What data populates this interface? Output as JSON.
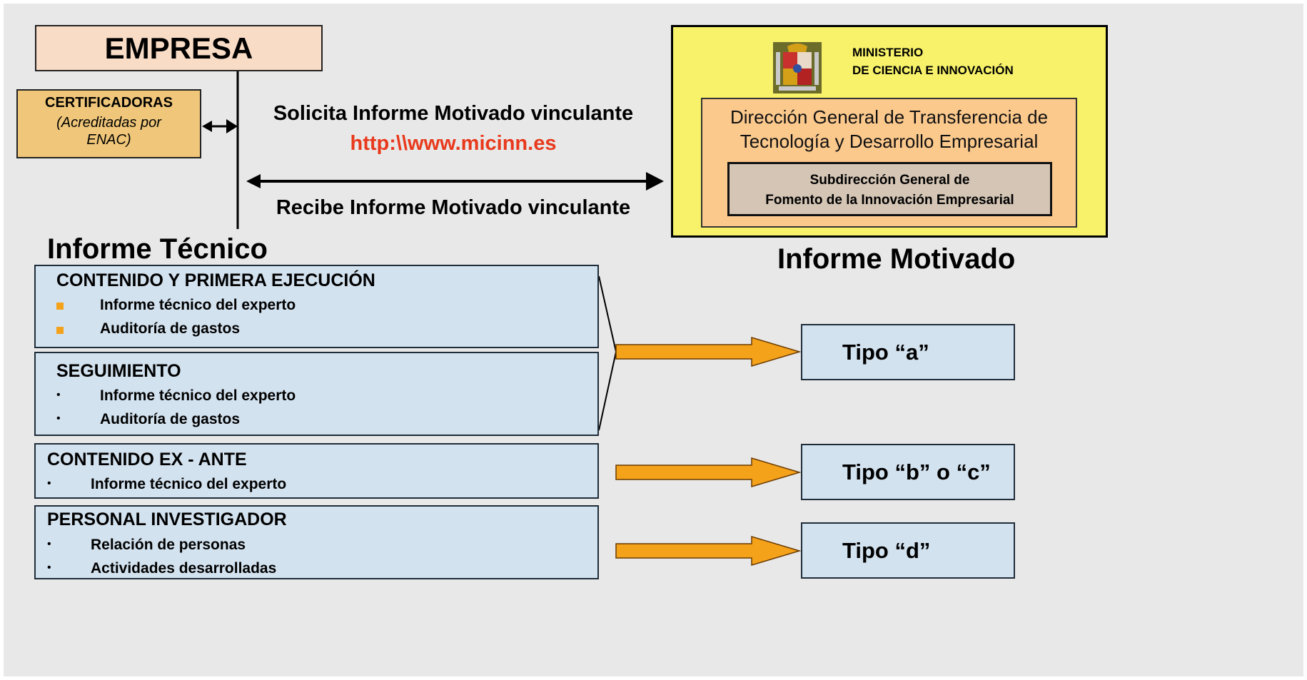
{
  "empresa": {
    "label": "EMPRESA"
  },
  "certificadoras": {
    "title": "CERTIFICADORAS",
    "subtitle_line1": "(Acreditadas por",
    "subtitle_line2": "ENAC)"
  },
  "flow": {
    "request_label": "Solicita Informe Motivado vinculante",
    "url": "http:\\\\www.micinn.es",
    "receive_label": "Recibe Informe Motivado vinculante"
  },
  "ministry": {
    "name_line1": "MINISTERIO",
    "name_line2": "DE CIENCIA E INNOVACIÓN",
    "directorate_line1": "Dirección General de Transferencia de",
    "directorate_line2": "Tecnología y Desarrollo Empresarial",
    "subdirectorate_line1": "Subdirección General de",
    "subdirectorate_line2": "Fomento de la Innovación Empresarial"
  },
  "headings": {
    "technical_report": "Informe Técnico",
    "motivated_report": "Informe Motivado"
  },
  "panels": [
    {
      "title": "CONTENIDO Y PRIMERA EJECUCIÓN",
      "bullet": "square",
      "items": [
        "Informe técnico del experto",
        "Auditoría de gastos"
      ]
    },
    {
      "title": "SEGUIMIENTO",
      "bullet": "dot",
      "items": [
        "Informe técnico del experto",
        "Auditoría de gastos"
      ]
    },
    {
      "title": "CONTENIDO EX - ANTE",
      "bullet": "dot",
      "items": [
        "Informe técnico del experto"
      ]
    },
    {
      "title": "PERSONAL INVESTIGADOR",
      "bullet": "dot",
      "items": [
        "Relación de personas",
        "Actividades desarrolladas"
      ]
    }
  ],
  "bullet_glyph": "•",
  "outcomes": [
    "Tipo “a”",
    "Tipo “b” o “c”",
    "Tipo “d”"
  ],
  "colors": {
    "background": "#e8e8e8",
    "empresa_fill": "#f9dcc6",
    "certificadoras_fill": "#f0c77a",
    "ministry_fill": "#f7f26a",
    "directorate_fill": "#fcc98d",
    "subdirectorate_fill": "#d4c5b5",
    "panel_fill": "#d3e2ef",
    "arrow_fill": "#f5a21b",
    "url_color": "#e8391c"
  },
  "icons": {
    "ministry_logo": "spanish-coat-of-arms-icon"
  }
}
